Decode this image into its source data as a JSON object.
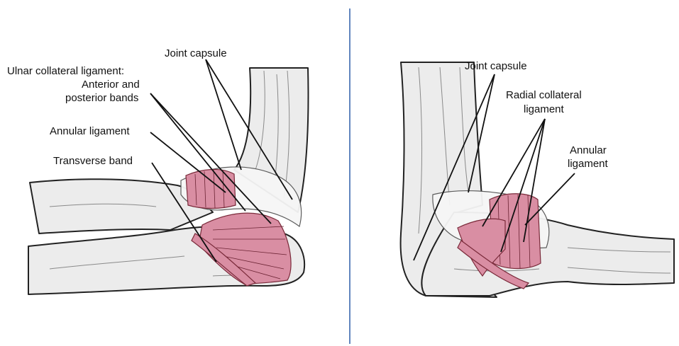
{
  "colors": {
    "ligament": "#d98ea3",
    "bone": "#ececec",
    "divider": "#2f5ea8"
  },
  "left_view": {
    "labels": {
      "joint_capsule": "Joint capsule",
      "ulnar_collateral_1": "Ulnar collateral ligament:",
      "ulnar_collateral_2": "Anterior and",
      "ulnar_collateral_3": "posterior bands",
      "annular_ligament": "Annular ligament",
      "transverse_band": "Transverse band"
    }
  },
  "right_view": {
    "labels": {
      "joint_capsule": "Joint capsule",
      "radial_collateral_1": "Radial collateral",
      "radial_collateral_2": "ligament",
      "annular_1": "Annular",
      "annular_2": "ligament"
    }
  }
}
